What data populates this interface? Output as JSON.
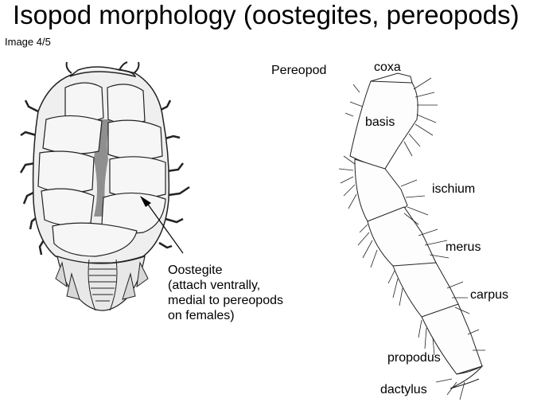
{
  "title": "Isopod morphology (oostegites, pereopods)",
  "subtitle": "Image 4/5",
  "isopod_figure": {
    "oostegite_note": [
      "Oostegite",
      "(attach ventrally,",
      "medial to pereopods",
      "on females)"
    ]
  },
  "pereopod_figure": {
    "heading": "Pereopod",
    "segments": {
      "coxa": "coxa",
      "basis": "basis",
      "ischium": "ischium",
      "merus": "merus",
      "carpus": "carpus",
      "propodus": "propodus",
      "dactylus": "dactylus"
    }
  },
  "colors": {
    "ink": "#222222",
    "plate": "#f4f4f4",
    "shade": "#9a9a9a"
  }
}
